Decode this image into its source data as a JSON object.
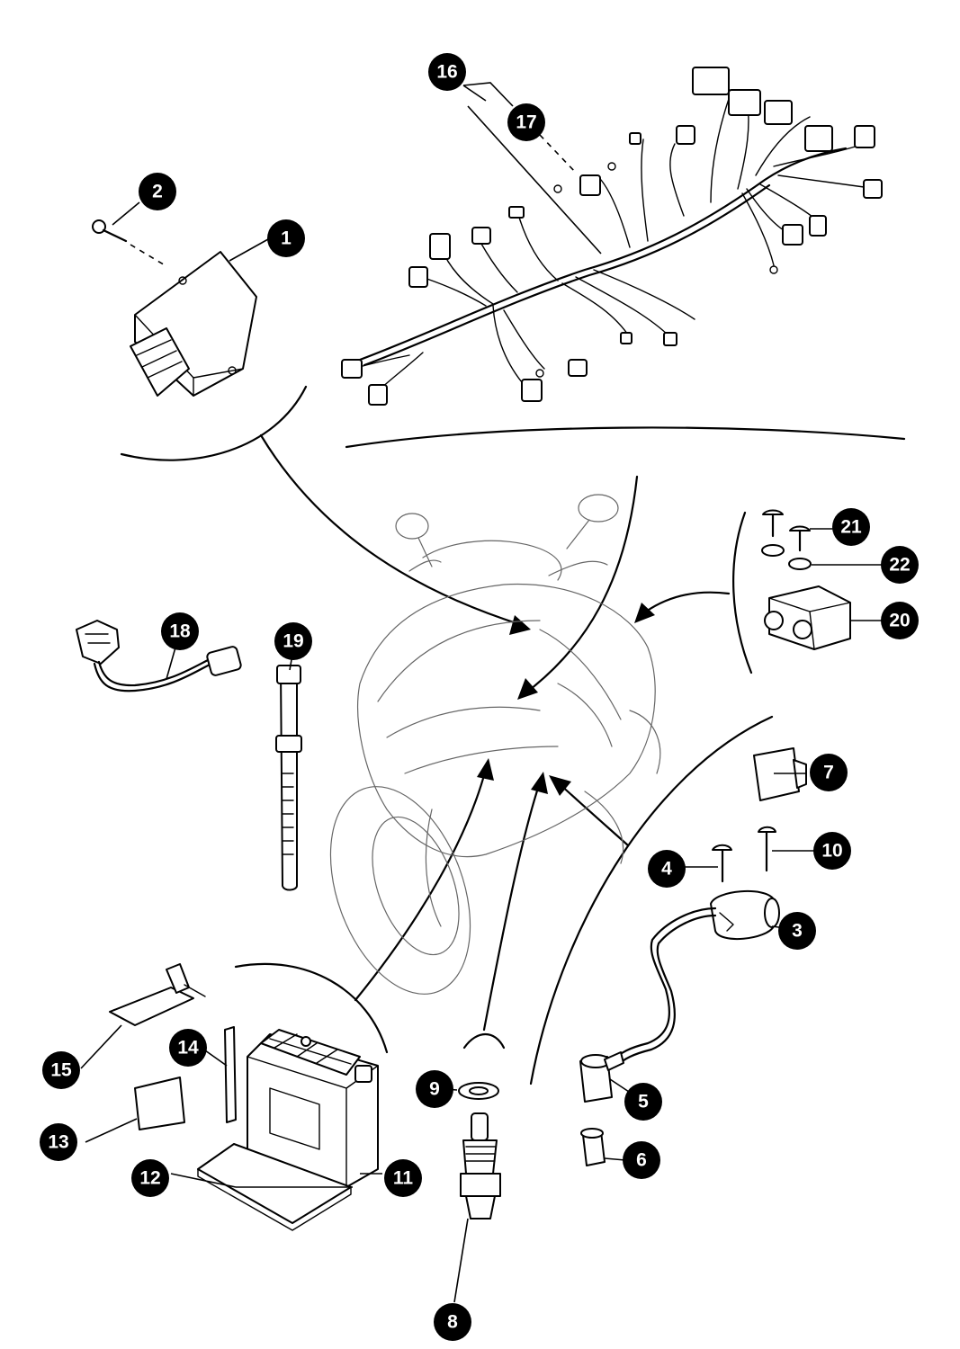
{
  "callouts": [
    {
      "id": "c1",
      "label": "1"
    },
    {
      "id": "c2",
      "label": "2"
    },
    {
      "id": "c3",
      "label": "3"
    },
    {
      "id": "c4",
      "label": "4"
    },
    {
      "id": "c5",
      "label": "5"
    },
    {
      "id": "c6",
      "label": "6"
    },
    {
      "id": "c7",
      "label": "7"
    },
    {
      "id": "c8",
      "label": "8"
    },
    {
      "id": "c9",
      "label": "9"
    },
    {
      "id": "c10",
      "label": "10"
    },
    {
      "id": "c11",
      "label": "11"
    },
    {
      "id": "c12",
      "label": "12"
    },
    {
      "id": "c13",
      "label": "13"
    },
    {
      "id": "c14",
      "label": "14"
    },
    {
      "id": "c15",
      "label": "15"
    },
    {
      "id": "c16",
      "label": "16"
    },
    {
      "id": "c17",
      "label": "17"
    },
    {
      "id": "c18",
      "label": "18"
    },
    {
      "id": "c19",
      "label": "19"
    },
    {
      "id": "c20",
      "label": "20"
    },
    {
      "id": "c21",
      "label": "21"
    },
    {
      "id": "c22",
      "label": "22"
    }
  ],
  "colors": {
    "ink": "#000000",
    "background": "#ffffff"
  }
}
